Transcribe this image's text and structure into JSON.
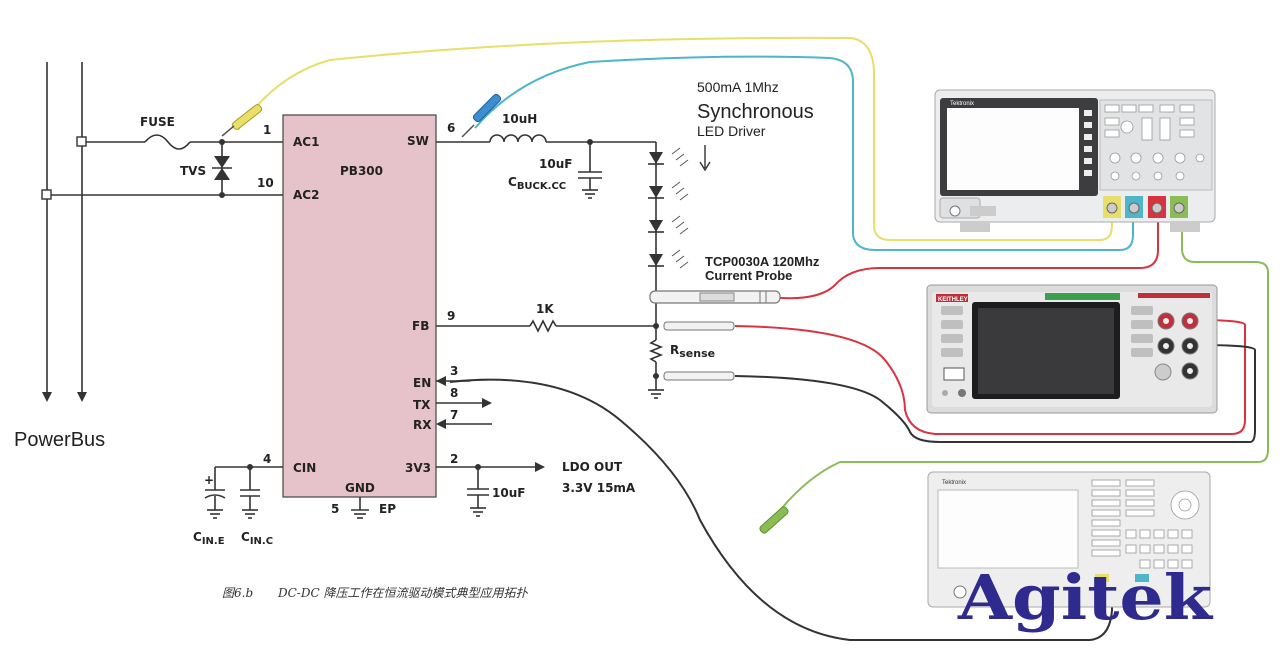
{
  "diagram": {
    "bus_label": "PowerBus",
    "fuse_label": "FUSE",
    "tvs_label": "TVS",
    "ic": {
      "name": "PB300",
      "pins": {
        "ac1": {
          "num": "1",
          "name": "AC1"
        },
        "ac2": {
          "num": "10",
          "name": "AC2"
        },
        "sw": {
          "num": "6",
          "name": "SW"
        },
        "fb": {
          "num": "9",
          "name": "FB"
        },
        "en": {
          "num": "3",
          "name": "EN"
        },
        "tx": {
          "num": "8",
          "name": "TX"
        },
        "rx": {
          "num": "7",
          "name": "RX"
        },
        "cin": {
          "num": "4",
          "name": "CIN"
        },
        "v33": {
          "num": "2",
          "name": "3V3"
        },
        "gnd": {
          "num": "5",
          "name": "GND"
        },
        "ep": "EP"
      }
    },
    "inductor_label": "10uH",
    "cbuck_value": "10uF",
    "cbuck_name": "C",
    "cbuck_sub": "BUCK.CC",
    "r1k_label": "1K",
    "rsense_name": "R",
    "rsense_sub": "sense",
    "ldo_cap": "10uF",
    "ldo_out_title": "LDO OUT",
    "ldo_out_spec": "3.3V 15mA",
    "cin_e_name": "C",
    "cin_e_sub": "IN.E",
    "cin_c_name": "C",
    "cin_c_sub": "IN.C",
    "plus_sign": "+",
    "driver_line1": "500mA 1Mhz",
    "driver_line2": "Synchronous",
    "driver_line3": "LED Driver",
    "probe_line1": "TCP0030A 120Mhz",
    "probe_line2": "Current Probe",
    "caption_fig": "图6.b",
    "caption_text": "DC-DC 降压工作在恒流驱动模式典型应用拓扑",
    "osc_brand": "Tektronix",
    "dmm_brand": "KEITHLEY",
    "afg_brand": "Tektronix",
    "logo": "Agitek"
  },
  "colors": {
    "ic_fill": "#e6c3cb",
    "yellow_probe": "#e8df6a",
    "cyan_probe": "#4fb5c9",
    "red_lead": "#d9333f",
    "green_probe": "#8cbc55",
    "black_lead": "#333333",
    "logo": "#2e2a8e",
    "green_bar": "#3aa04e",
    "red_bar": "#c0303a"
  },
  "icons": [
    "fuse-icon",
    "tvs-diode-icon",
    "inductor-icon",
    "capacitor-icon",
    "resistor-icon",
    "led-icon",
    "ground-icon",
    "oscilloscope-icon",
    "multimeter-icon",
    "function-generator-icon",
    "current-probe-icon",
    "voltage-probe-icon"
  ]
}
